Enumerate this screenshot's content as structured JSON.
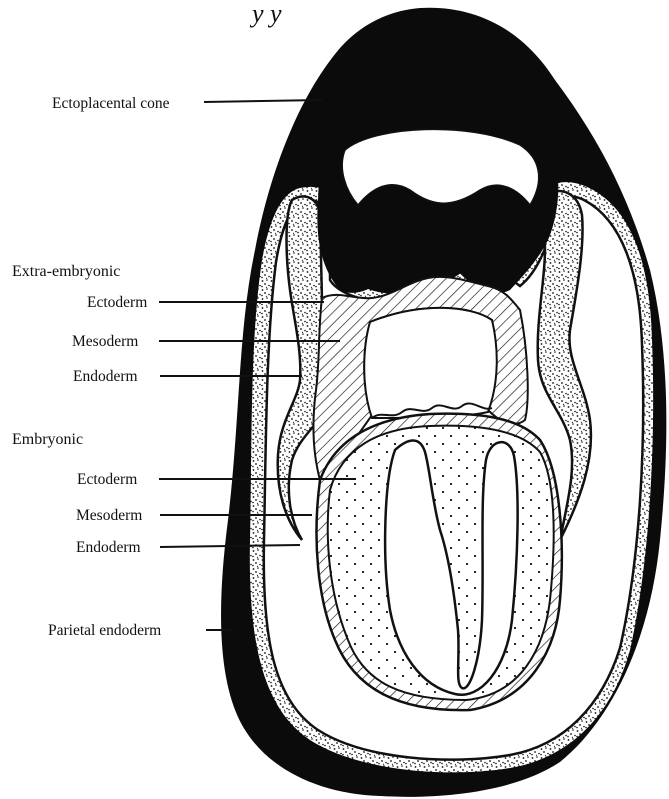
{
  "figure": {
    "partial_top_text": "y       y",
    "labels": {
      "ectoplacental_cone": "Ectoplacental cone",
      "extra_embryonic_heading": "Extra-embryonic",
      "extra_ectoderm": "Ectoderm",
      "extra_mesoderm": "Mesoderm",
      "extra_endoderm": "Endoderm",
      "embryonic_heading": "Embryonic",
      "emb_ectoderm": "Ectoderm",
      "emb_mesoderm": "Mesoderm",
      "emb_endoderm": "Endoderm",
      "parietal_endoderm": "Parietal endoderm"
    }
  }
}
